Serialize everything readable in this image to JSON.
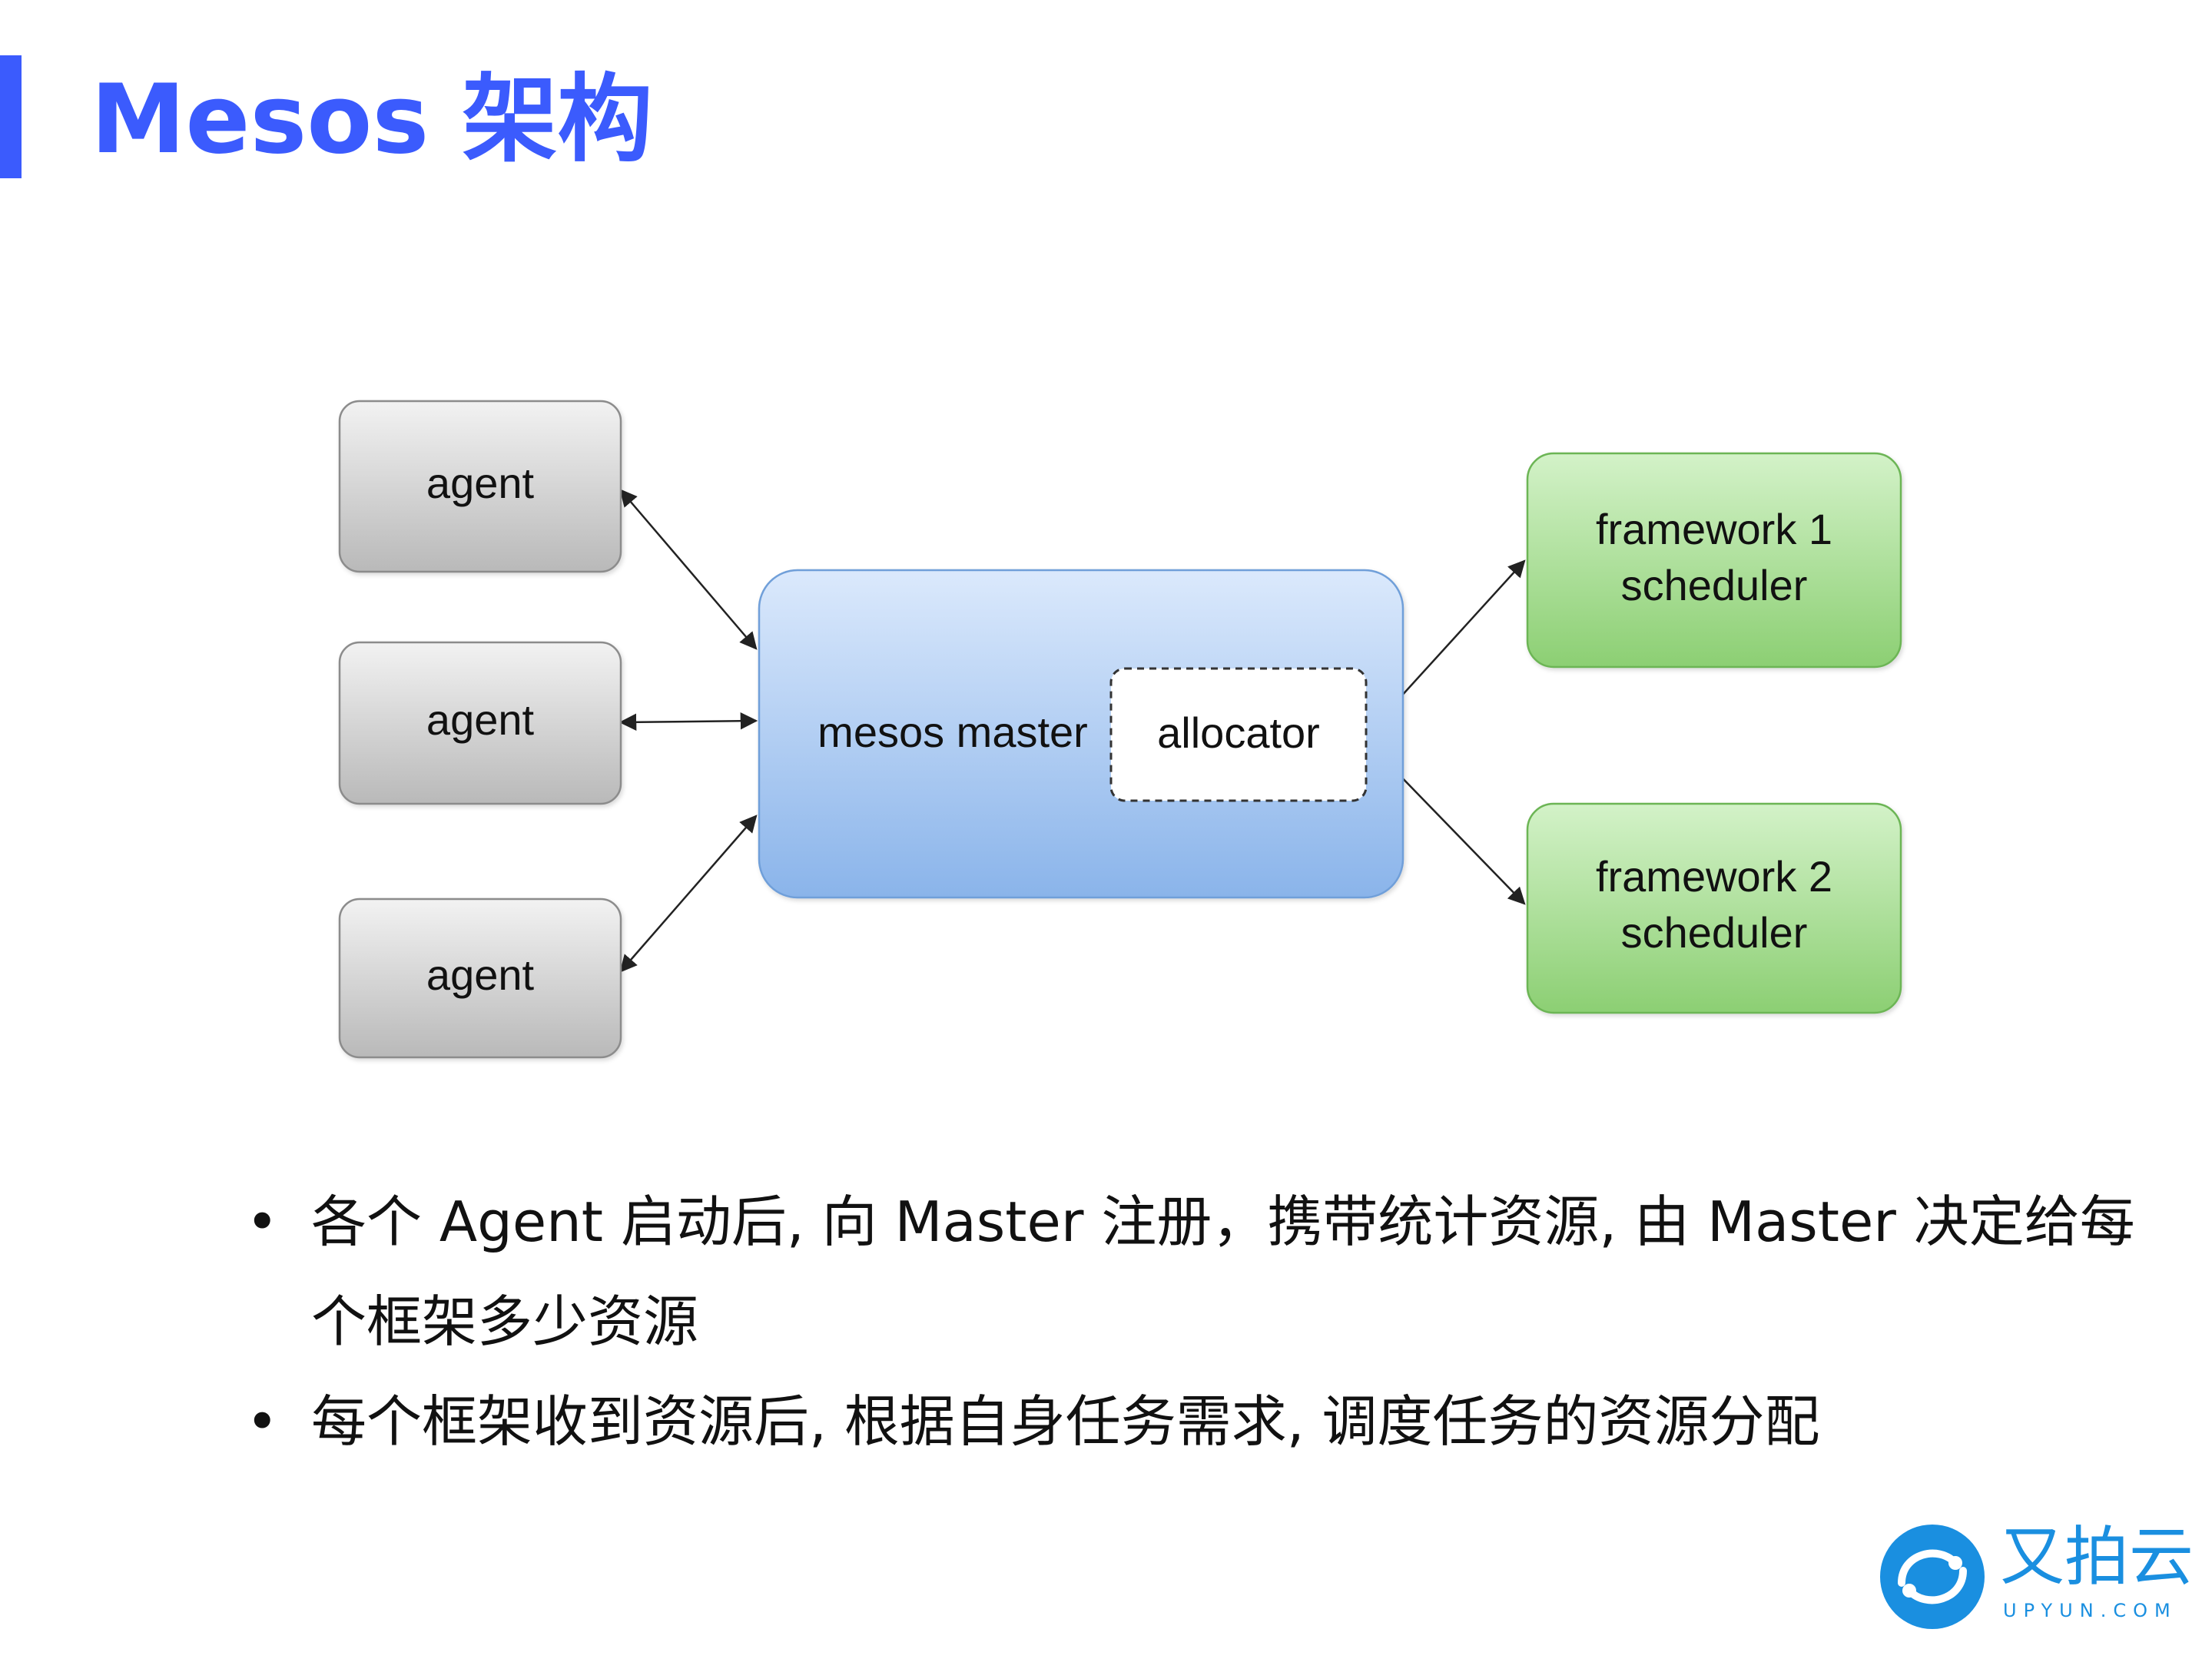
{
  "slide": {
    "title": "Mesos 架构",
    "accent_color": "#3b5bfd"
  },
  "diagram": {
    "agents": [
      "agent",
      "agent",
      "agent"
    ],
    "master_label": "mesos master",
    "allocator_label": "allocator",
    "frameworks": [
      {
        "line1": "framework 1",
        "line2": "scheduler"
      },
      {
        "line1": "framework 2",
        "line2": "scheduler"
      }
    ],
    "colors": {
      "agent_fill": "#d4d4d4",
      "master_fill": "#a9c9f2",
      "framework_fill": "#9fdb8a"
    }
  },
  "bullets": [
    "各个 Agent 启动后, 向 Master 注册，携带统计资源, 由 Master 决定给每个框架多少资源",
    "每个框架收到资源后, 根据自身任务需求, 调度任务的资源分配"
  ],
  "logo": {
    "brand": "又拍云",
    "sub": "UPYUN.COM",
    "icon": "upyun-logo-icon",
    "color": "#1a8fe0"
  }
}
